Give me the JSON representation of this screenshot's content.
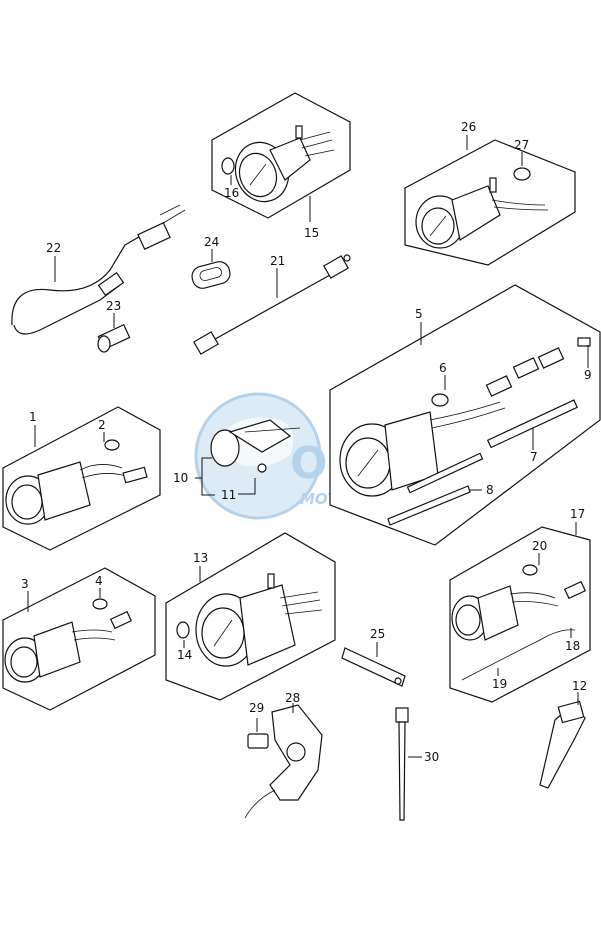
{
  "watermark": {
    "brand": "OSM",
    "tagline": "MOTORPARTS",
    "color": "#2b7fc4"
  },
  "labels": {
    "p1": "1",
    "p2": "2",
    "p3": "3",
    "p4": "4",
    "p5": "5",
    "p6": "6",
    "p7": "7",
    "p8": "8",
    "p9": "9",
    "p10": "10",
    "p11": "11",
    "p12": "12",
    "p13": "13",
    "p14": "14",
    "p15": "15",
    "p16": "16",
    "p17": "17",
    "p18": "18",
    "p19": "19",
    "p20": "20",
    "p21": "21",
    "p22": "22",
    "p23": "23",
    "p24": "24",
    "p25": "25",
    "p26": "26",
    "p27": "27",
    "p28": "28",
    "p29": "29",
    "p30": "30"
  }
}
